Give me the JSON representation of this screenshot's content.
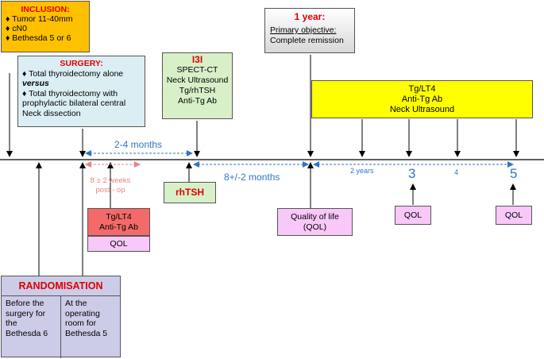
{
  "inclusion": {
    "title": "INCLUSION:",
    "items": [
      "♦ Tumor 11-40mm",
      "♦ cN0",
      "♦ Bethesda 5 or 6"
    ]
  },
  "surgery": {
    "title": "SURGERY:",
    "line1": "♦ Total thyroidectomy alone",
    "versus": "versus",
    "line2": "♦   Total   thyroidectomy   with",
    "line3": "prophylactic bilateral central",
    "line4": "Neck dissection"
  },
  "i131": {
    "title": "I3I",
    "lines": [
      "SPECT-CT",
      "Neck Ultrasound",
      "Tg/rhTSH",
      "Anti-Tg Ab"
    ]
  },
  "year1": {
    "title": "1 year:",
    "objective_label": "Primary objective:",
    "objective": "Complete remission"
  },
  "followup": {
    "lines": [
      "Tg/LT4",
      "Anti-Tg Ab",
      "Neck Ultrasound"
    ]
  },
  "timeline": {
    "two_four_months": "2-4 months",
    "eight_months": "8+/-2 months",
    "two_years": "2 years",
    "three": "3",
    "four": "4",
    "five": "5"
  },
  "postop": {
    "line1": "8 ± 2 weeks",
    "line2": "post - op"
  },
  "rhtsh": {
    "label": "rhTSH"
  },
  "tg_lt4_box": {
    "line1": "Tg/LT4",
    "line2": "Anti-Tg Ab"
  },
  "qol": {
    "label": "QOL",
    "quality_line1": "Quality of life",
    "quality_line2": "(QOL)"
  },
  "randomisation": {
    "title": "RANDOMISATION",
    "left": [
      "Before the",
      "surgery for",
      "the",
      "Bethesda 6"
    ],
    "right": [
      "At the",
      "operating",
      "room for",
      "Bethesda 5"
    ]
  },
  "colors": {
    "orange": "#ffc000",
    "light_blue": "#dbeef4",
    "light_green": "#d8f0c8",
    "yellow": "#ffff00",
    "pink": "#f8c8f8",
    "red_box": "#f46a6a",
    "lavender": "#cccce8",
    "accent_red": "#e00000",
    "accent_blue": "#2e75c8"
  }
}
